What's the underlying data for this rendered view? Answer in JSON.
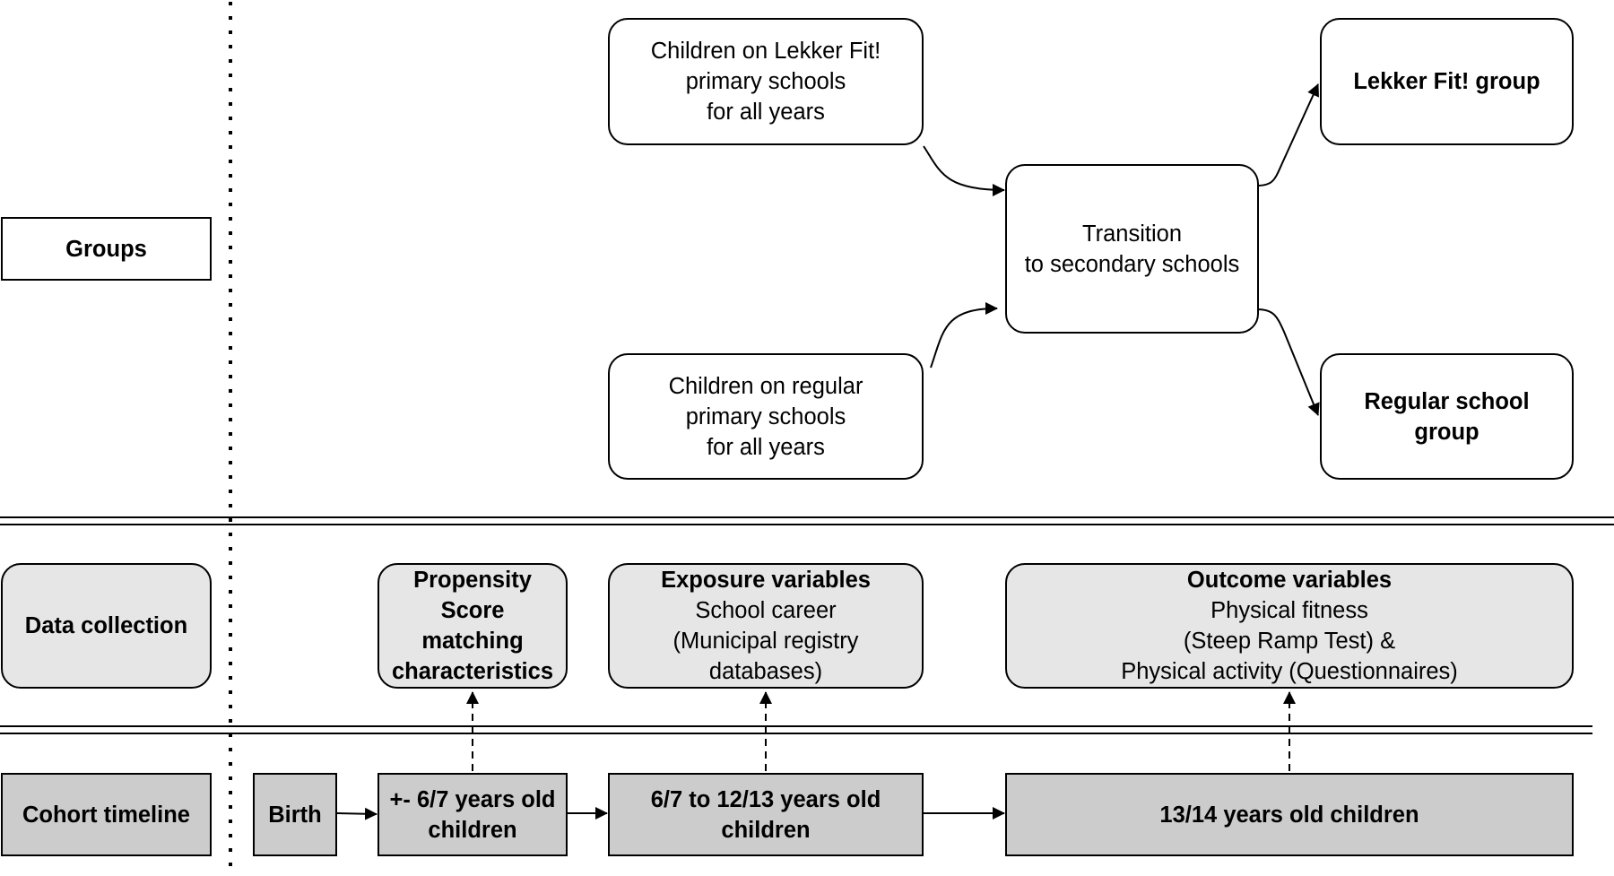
{
  "rows": {
    "groups": "Groups",
    "data_collection": "Data collection",
    "cohort_timeline": "Cohort timeline"
  },
  "groups": {
    "lekker_primary": [
      "Children on Lekker Fit!",
      "primary schools",
      "for all years"
    ],
    "regular_primary": [
      "Children on regular",
      "primary schools",
      "for all years"
    ],
    "transition": [
      "Transition",
      "to secondary schools"
    ],
    "lekker_group": "Lekker Fit! group",
    "regular_group": [
      "Regular school",
      "group"
    ]
  },
  "data_collection": {
    "propensity": [
      "Propensity",
      "Score",
      "matching",
      "characteristics"
    ],
    "exposure": {
      "title": "Exposure variables",
      "lines": [
        "School career",
        "(Municipal registry",
        "databases)"
      ]
    },
    "outcome": {
      "title": "Outcome variables",
      "lines": [
        "Physical fitness",
        "(Steep Ramp Test) &",
        "Physical activity (Questionnaires)"
      ]
    }
  },
  "timeline": {
    "birth": "Birth",
    "age_6_7": [
      "+- 6/7 years old",
      "children"
    ],
    "age_6_13": [
      "6/7 to 12/13 years old",
      "children"
    ],
    "age_13_14": "13/14 years old children"
  },
  "colors": {
    "stroke": "#000000",
    "light_fill": "#e6e6e6",
    "dark_fill": "#cccccc",
    "background": "#ffffff"
  }
}
